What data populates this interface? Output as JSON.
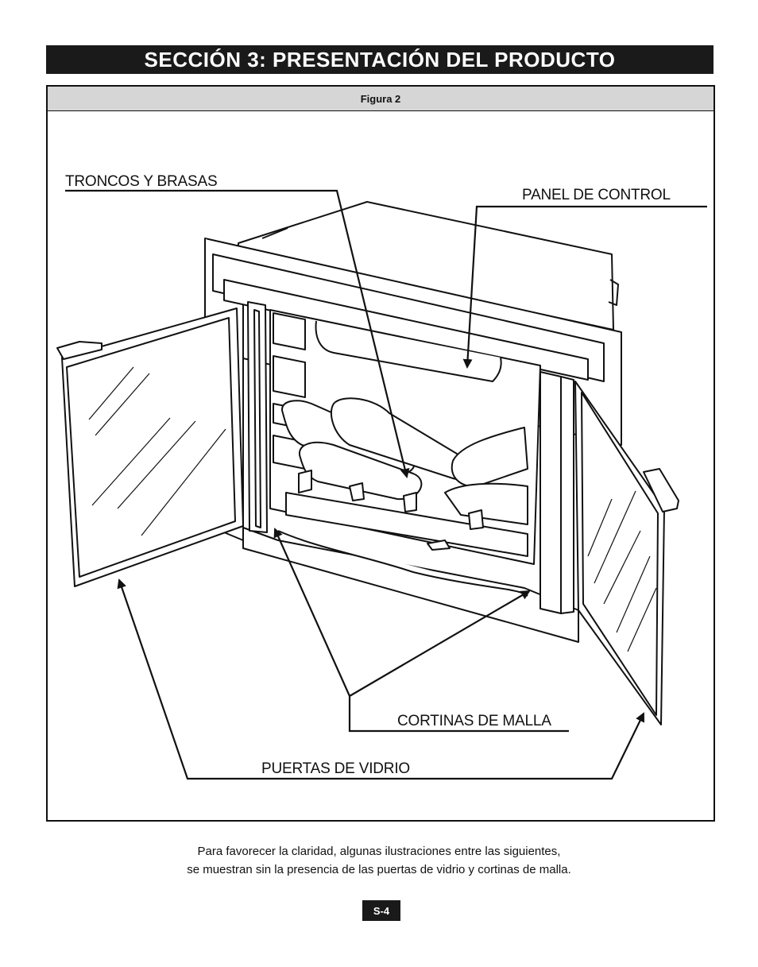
{
  "header": {
    "title": "SECCIÓN 3: PRESENTACIÓN DEL PRODUCTO"
  },
  "figure": {
    "caption": "Figura 2",
    "labels": {
      "logs": "TRONCOS Y BRASAS",
      "control_panel": "PANEL DE CONTROL",
      "mesh_curtains": "CORTINAS DE MALLA",
      "glass_doors": "PUERTAS DE VIDRIO"
    }
  },
  "note": {
    "line1": "Para favorecer la claridad, algunas ilustraciones entre las siguientes,",
    "line2": "se muestran sin la presencia de las puertas de vidrio y cortinas de malla."
  },
  "page": {
    "number": "S-4"
  }
}
